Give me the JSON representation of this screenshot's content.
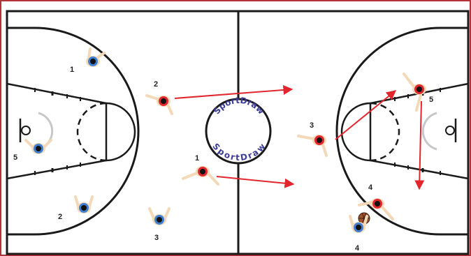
{
  "colors": {
    "frame": "#b5323b",
    "court_line": "#1a1a1a",
    "pass_arrow": "#e1262d",
    "offense_head": "#e1262d",
    "defense_head": "#3f7fcf",
    "skin": "#f3d9b8",
    "ball": "#a0522d",
    "logo_text": "#3b3b9a"
  },
  "logo": {
    "text_top": "SportDraw",
    "text_bottom": "SportDraw"
  },
  "players": [
    {
      "id": "offense-2-left",
      "team": "offense",
      "label": "2"
    },
    {
      "id": "offense-1-left",
      "team": "offense",
      "label": "1"
    },
    {
      "id": "offense-3-right",
      "team": "offense",
      "label": "3"
    },
    {
      "id": "offense-5-right",
      "team": "offense",
      "label": "5"
    },
    {
      "id": "offense-4-right",
      "team": "offense",
      "label": "4",
      "has_ball": true
    },
    {
      "id": "defense-1",
      "team": "defense",
      "label": "1"
    },
    {
      "id": "defense-5",
      "team": "defense",
      "label": "5"
    },
    {
      "id": "defense-2",
      "team": "defense",
      "label": "2"
    },
    {
      "id": "defense-3",
      "team": "defense",
      "label": "3"
    },
    {
      "id": "defense-4",
      "team": "defense",
      "label": "4"
    }
  ],
  "passes": [
    {
      "id": "pass-2-upcourt",
      "from": "offense-2-left"
    },
    {
      "id": "pass-1-upcourt",
      "from": "offense-1-left"
    },
    {
      "id": "pass-3-to-5",
      "from": "offense-3-right"
    },
    {
      "id": "cut-5-down",
      "from": "offense-5-right"
    }
  ],
  "icons": {
    "offense_player": "player-offense-icon",
    "defense_player": "player-defense-icon",
    "ball": "basketball-icon"
  }
}
